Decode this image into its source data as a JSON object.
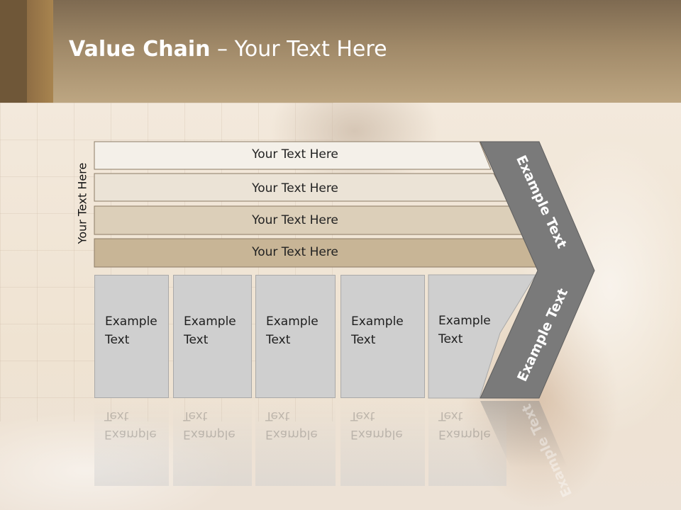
{
  "title": {
    "bold": "Value Chain",
    "rest": " – Your Text Here"
  },
  "side_label": "Your Text Here",
  "rows": [
    {
      "label": "Your Text Here",
      "color": "#f4f0e9"
    },
    {
      "label": "Your Text Here",
      "color": "#ebe3d6"
    },
    {
      "label": "Your Text Here",
      "color": "#dccfb9"
    },
    {
      "label": "Your Text Here",
      "color": "#c8b596"
    }
  ],
  "boxes": [
    {
      "line1": "Example",
      "line2": "Text"
    },
    {
      "line1": "Example",
      "line2": "Text"
    },
    {
      "line1": "Example",
      "line2": "Text"
    },
    {
      "line1": "Example",
      "line2": "Text"
    },
    {
      "line1": "Example",
      "line2": "Text"
    }
  ],
  "chevron": {
    "upper_text": "Example Text",
    "lower_text": "Example Text",
    "color": "#7a7a7a"
  }
}
